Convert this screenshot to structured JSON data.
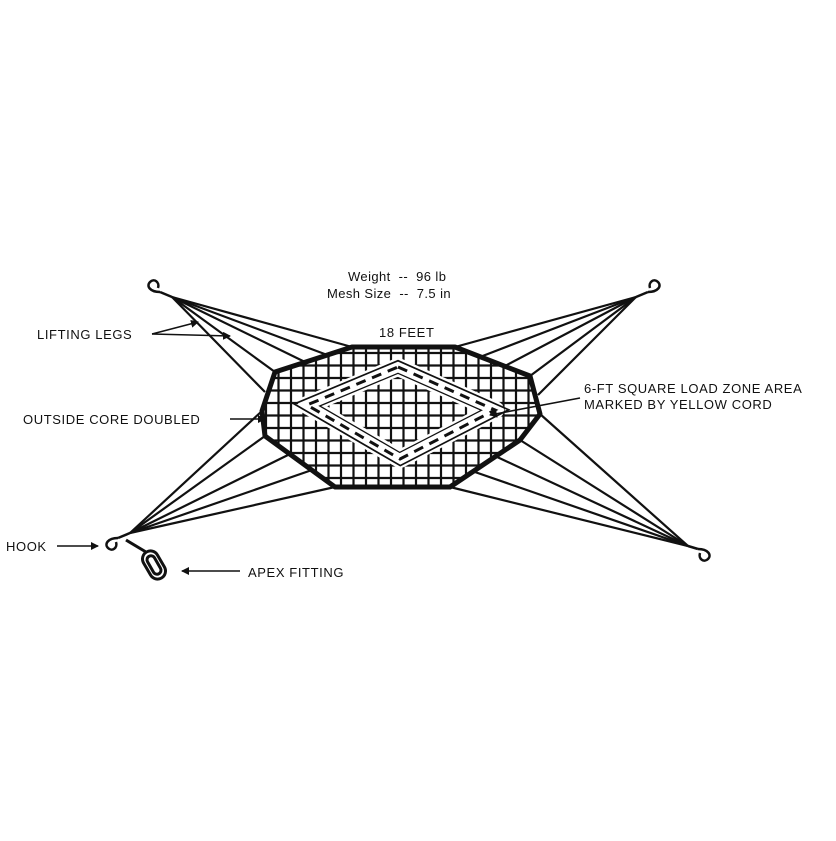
{
  "specs": {
    "weight": "Weight  --  96 lb",
    "mesh_size": "Mesh Size  --  7.5 in"
  },
  "labels": {
    "width": "18 FEET",
    "lifting_legs": "LIFTING LEGS",
    "outside_core": "OUTSIDE CORE DOUBLED",
    "load_zone_line1": "6-FT SQUARE LOAD ZONE AREA",
    "load_zone_line2": "MARKED BY YELLOW CORD",
    "hook": "HOOK",
    "apex_fitting": "APEX FITTING"
  },
  "colors": {
    "ink": "#111111",
    "paper": "#ffffff"
  }
}
